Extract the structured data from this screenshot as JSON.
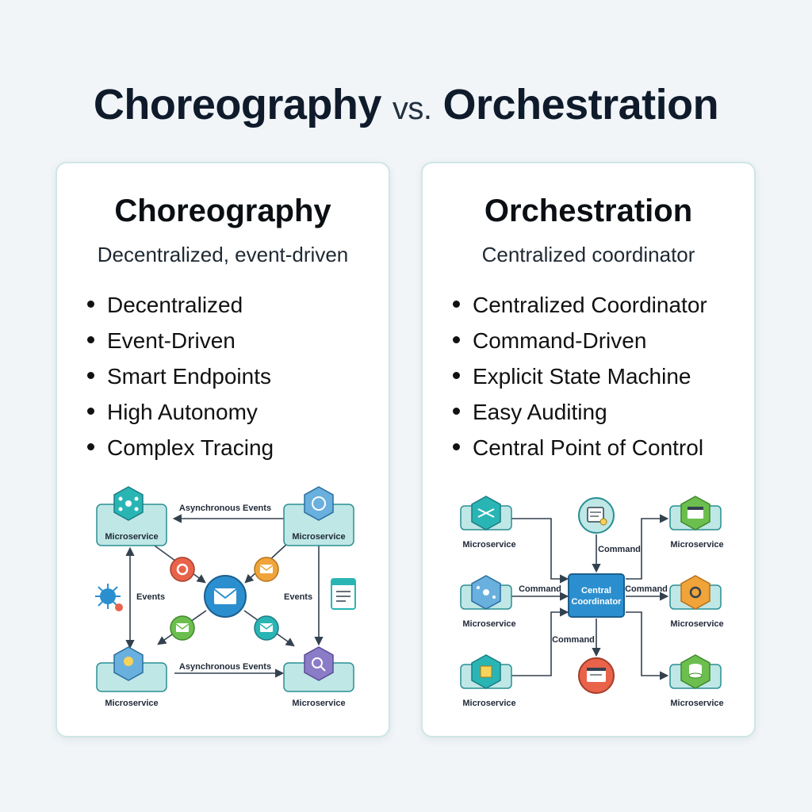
{
  "title": {
    "left": "Choreography",
    "vs": "vs.",
    "right": "Orchestration"
  },
  "choreography": {
    "title": "Choreography",
    "subtitle": "Decentralized, event-driven",
    "bullets": [
      "Decentralized",
      "Event-Driven",
      "Smart Endpoints",
      "High Autonomy",
      "Complex Tracing"
    ],
    "diagram": {
      "node_label": "Microservice",
      "async_events": "Asynchronous Events",
      "events": "Events"
    }
  },
  "orchestration": {
    "title": "Orchestration",
    "subtitle": "Centralized coordinator",
    "bullets": [
      "Centralized Coordinator",
      "Command-Driven",
      "Explicit State Machine",
      "Easy Auditing",
      "Central Point of Control"
    ],
    "diagram": {
      "node_label": "Microservice",
      "command": "Command",
      "coordinator_line1": "Central",
      "coordinator_line2": "Coordinator"
    }
  },
  "colors": {
    "teal": "#2ab5b5",
    "blue": "#2b8fcf",
    "green": "#6cbf4f",
    "orange": "#f0a43a",
    "red": "#e9634a",
    "purple": "#8b7cc8"
  }
}
